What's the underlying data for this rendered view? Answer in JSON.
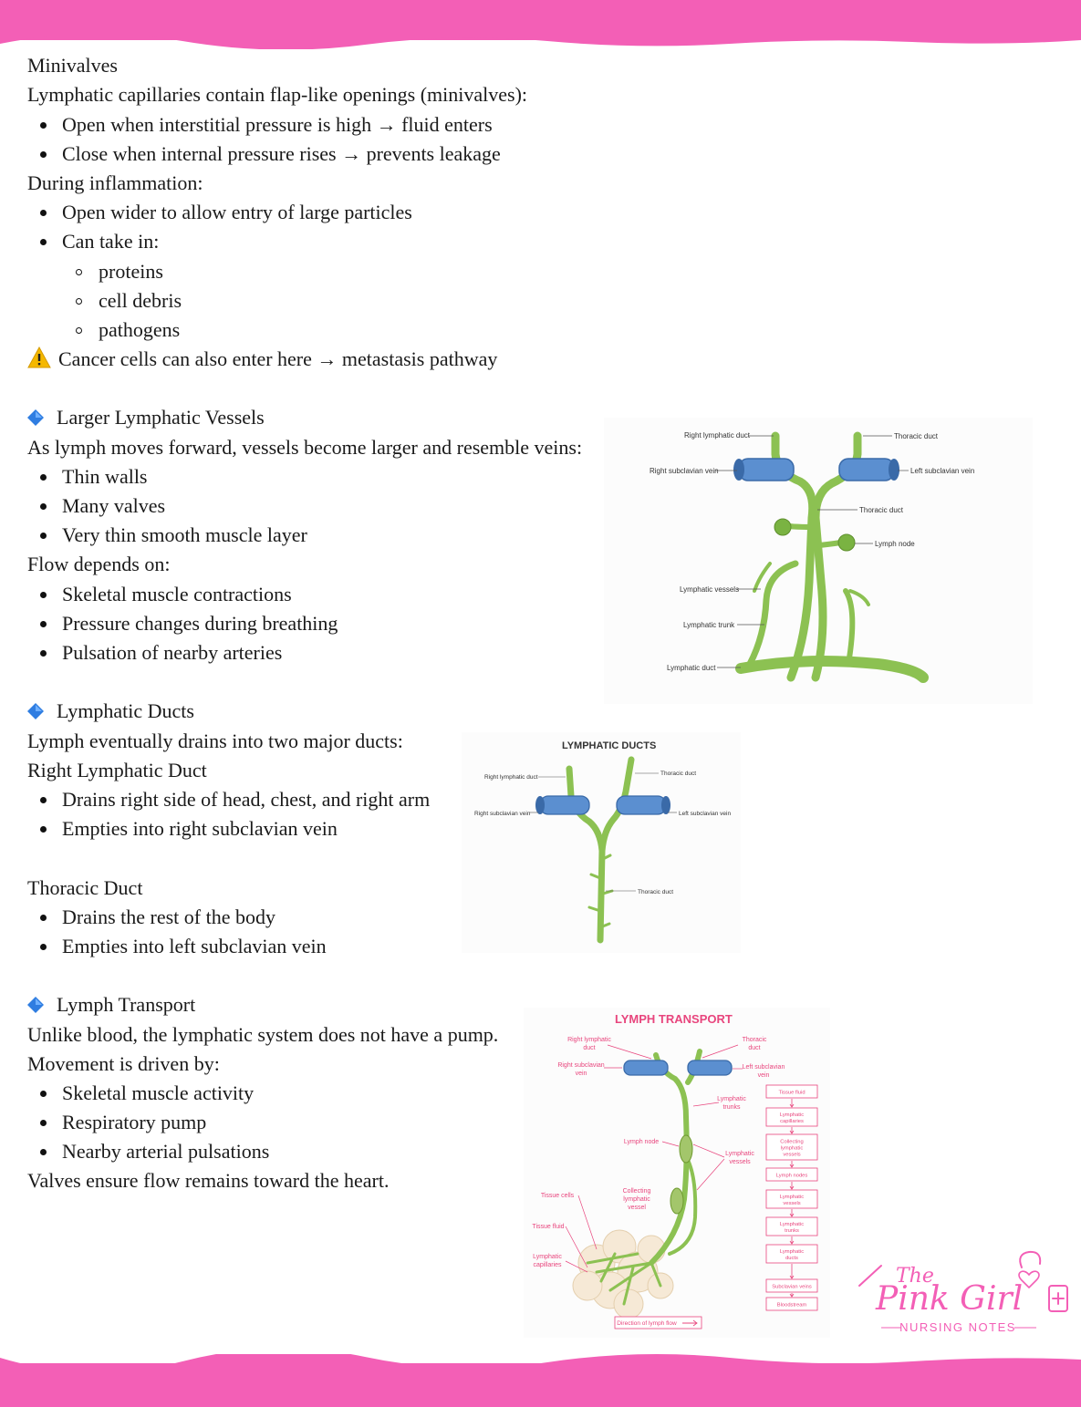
{
  "minivalves": {
    "heading": "Minivalves",
    "intro": "Lymphatic capillaries contain flap-like openings (minivalves):",
    "bullets": [
      "Open when interstitial pressure is high → fluid enters",
      "Close when internal pressure rises → prevents leakage"
    ],
    "inflammation_heading": "During inflammation:",
    "inflammation_bullets": [
      "Open wider to allow entry of large particles",
      "Can take in:"
    ],
    "take_in_items": [
      "proteins",
      "cell debris",
      "pathogens"
    ],
    "warning": "Cancer cells can also enter here → metastasis pathway"
  },
  "larger_vessels": {
    "heading": "Larger Lymphatic Vessels",
    "intro": "As lymph moves forward, vessels become larger and resemble veins:",
    "bullets": [
      "Thin walls",
      "Many valves",
      "Very thin smooth muscle layer"
    ],
    "flow_heading": "Flow depends on:",
    "flow_bullets": [
      "Skeletal muscle contractions",
      "Pressure changes during breathing",
      "Pulsation of nearby arteries"
    ],
    "figure_labels": {
      "right_lymphatic_duct": "Right lymphatic duct",
      "thoracic_duct_top": "Thoracic duct",
      "right_subclavian_vein": "Right subclavian vein",
      "left_subclavian_vein": "Left subclavian vein",
      "thoracic_duct_mid": "Thoracic duct",
      "lymph_node": "Lymph node",
      "lymphatic_vessels": "Lymphatic vessels",
      "lymphatic_trunk": "Lymphatic trunk",
      "lymphatic_duct": "Lymphatic duct"
    }
  },
  "ducts": {
    "heading": "Lymphatic Ducts",
    "intro": "Lymph eventually drains into two major ducts:",
    "right_heading": "Right Lymphatic Duct",
    "right_bullets": [
      "Drains right side of head, chest, and right arm",
      "Empties into right subclavian vein"
    ],
    "thoracic_heading": "Thoracic Duct",
    "thoracic_bullets": [
      "Drains the rest of the body",
      "Empties into left subclavian vein"
    ],
    "figure_labels": {
      "title": "LYMPHATIC DUCTS",
      "right_lymphatic_duct": "Right lymphatic duct",
      "thoracic_duct_top": "Thoracic duct",
      "right_subclavian_vein": "Right subclavian vein",
      "left_subclavian_vein": "Left subclavian vein",
      "thoracic_duct_mid": "Thoracic duct"
    }
  },
  "transport": {
    "heading": "Lymph Transport",
    "intro": "Unlike blood, the lymphatic system does not have a pump.",
    "movement_heading": "Movement is driven by:",
    "bullets": [
      "Skeletal muscle activity",
      "Respiratory pump",
      "Nearby arterial pulsations"
    ],
    "closing": "Valves ensure flow remains toward the heart.",
    "figure_labels": {
      "title": "LYMPH TRANSPORT",
      "right_lymphatic_duct_1": "Right lymphatic",
      "right_lymphatic_duct_2": "duct",
      "thoracic_duct_1": "Thoracic",
      "thoracic_duct_2": "duct",
      "right_subclavian_1": "Right subclavian",
      "right_subclavian_2": "vein",
      "left_subclavian_1": "Left subclavian",
      "left_subclavian_2": "vein",
      "lymphatic_trunks_1": "Lymphatic",
      "lymphatic_trunks_2": "trunks",
      "lymph_node": "Lymph node",
      "lymphatic_vessels_1": "Lymphatic",
      "lymphatic_vessels_2": "vessels",
      "collecting_1": "Collecting",
      "collecting_2": "lymphatic",
      "collecting_3": "vessel",
      "tissue_cells": "Tissue cells",
      "tissue_fluid": "Tissue fluid",
      "lymphatic_capillaries_1": "Lymphatic",
      "lymphatic_capillaries_2": "capillaries",
      "direction": "Direction of lymph flow",
      "flow_steps": [
        [
          "Tissue fluid"
        ],
        [
          "Lymphatic",
          "capillaries"
        ],
        [
          "Collecting",
          "lymphatic",
          "vessels"
        ],
        [
          "Lymph nodes"
        ],
        [
          "Lymphatic",
          "vessels"
        ],
        [
          "Lymphatic",
          "trunks"
        ],
        [
          "Lymphatic",
          "ducts"
        ],
        [
          "Subclavian veins"
        ],
        [
          "Bloodstream"
        ]
      ]
    }
  },
  "logo": {
    "line1": "The",
    "line2": "Pink Girl",
    "line3": "NURSING NOTES"
  },
  "colors": {
    "brand_pink": "#f35fb6",
    "lymph_green": "#8cc152",
    "vein_blue": "#5b8fd0",
    "figure_pink": "#e8457d"
  }
}
